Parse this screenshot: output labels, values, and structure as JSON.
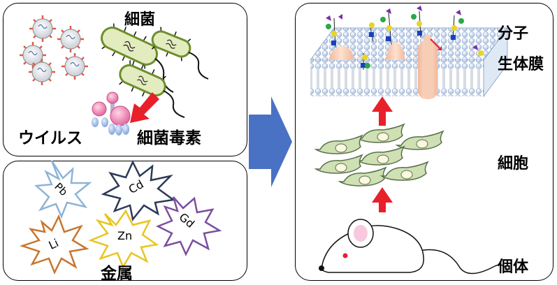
{
  "left_top_panel": {
    "bacteria_label": "細菌",
    "virus_label": "ウイルス",
    "toxin_label": "細菌毒素"
  },
  "left_bottom_panel": {
    "metal_label": "金属",
    "metals": [
      "Pb",
      "Cd",
      "Li",
      "Zn",
      "Gd"
    ]
  },
  "right_panel": {
    "labels": {
      "molecule": "分子",
      "membrane": "生体膜",
      "cell": "細胞",
      "individual": "個体"
    }
  },
  "colors": {
    "big_arrow": "#4a72c4",
    "red_arrow": "#e8202a",
    "cell_fill": "#cfe0b4",
    "cell_stroke": "#58704a",
    "membrane_head": "#cfe0f5",
    "bacteria_fill": "#e3ecbf",
    "toxin_pink": "#ee8db5",
    "toxin_blue": "#a9c4ea",
    "pb": "#8eb4d6",
    "cd": "#2b3a55",
    "li": "#c8752e",
    "zn": "#e8c51e",
    "gd": "#7a4fa0"
  }
}
